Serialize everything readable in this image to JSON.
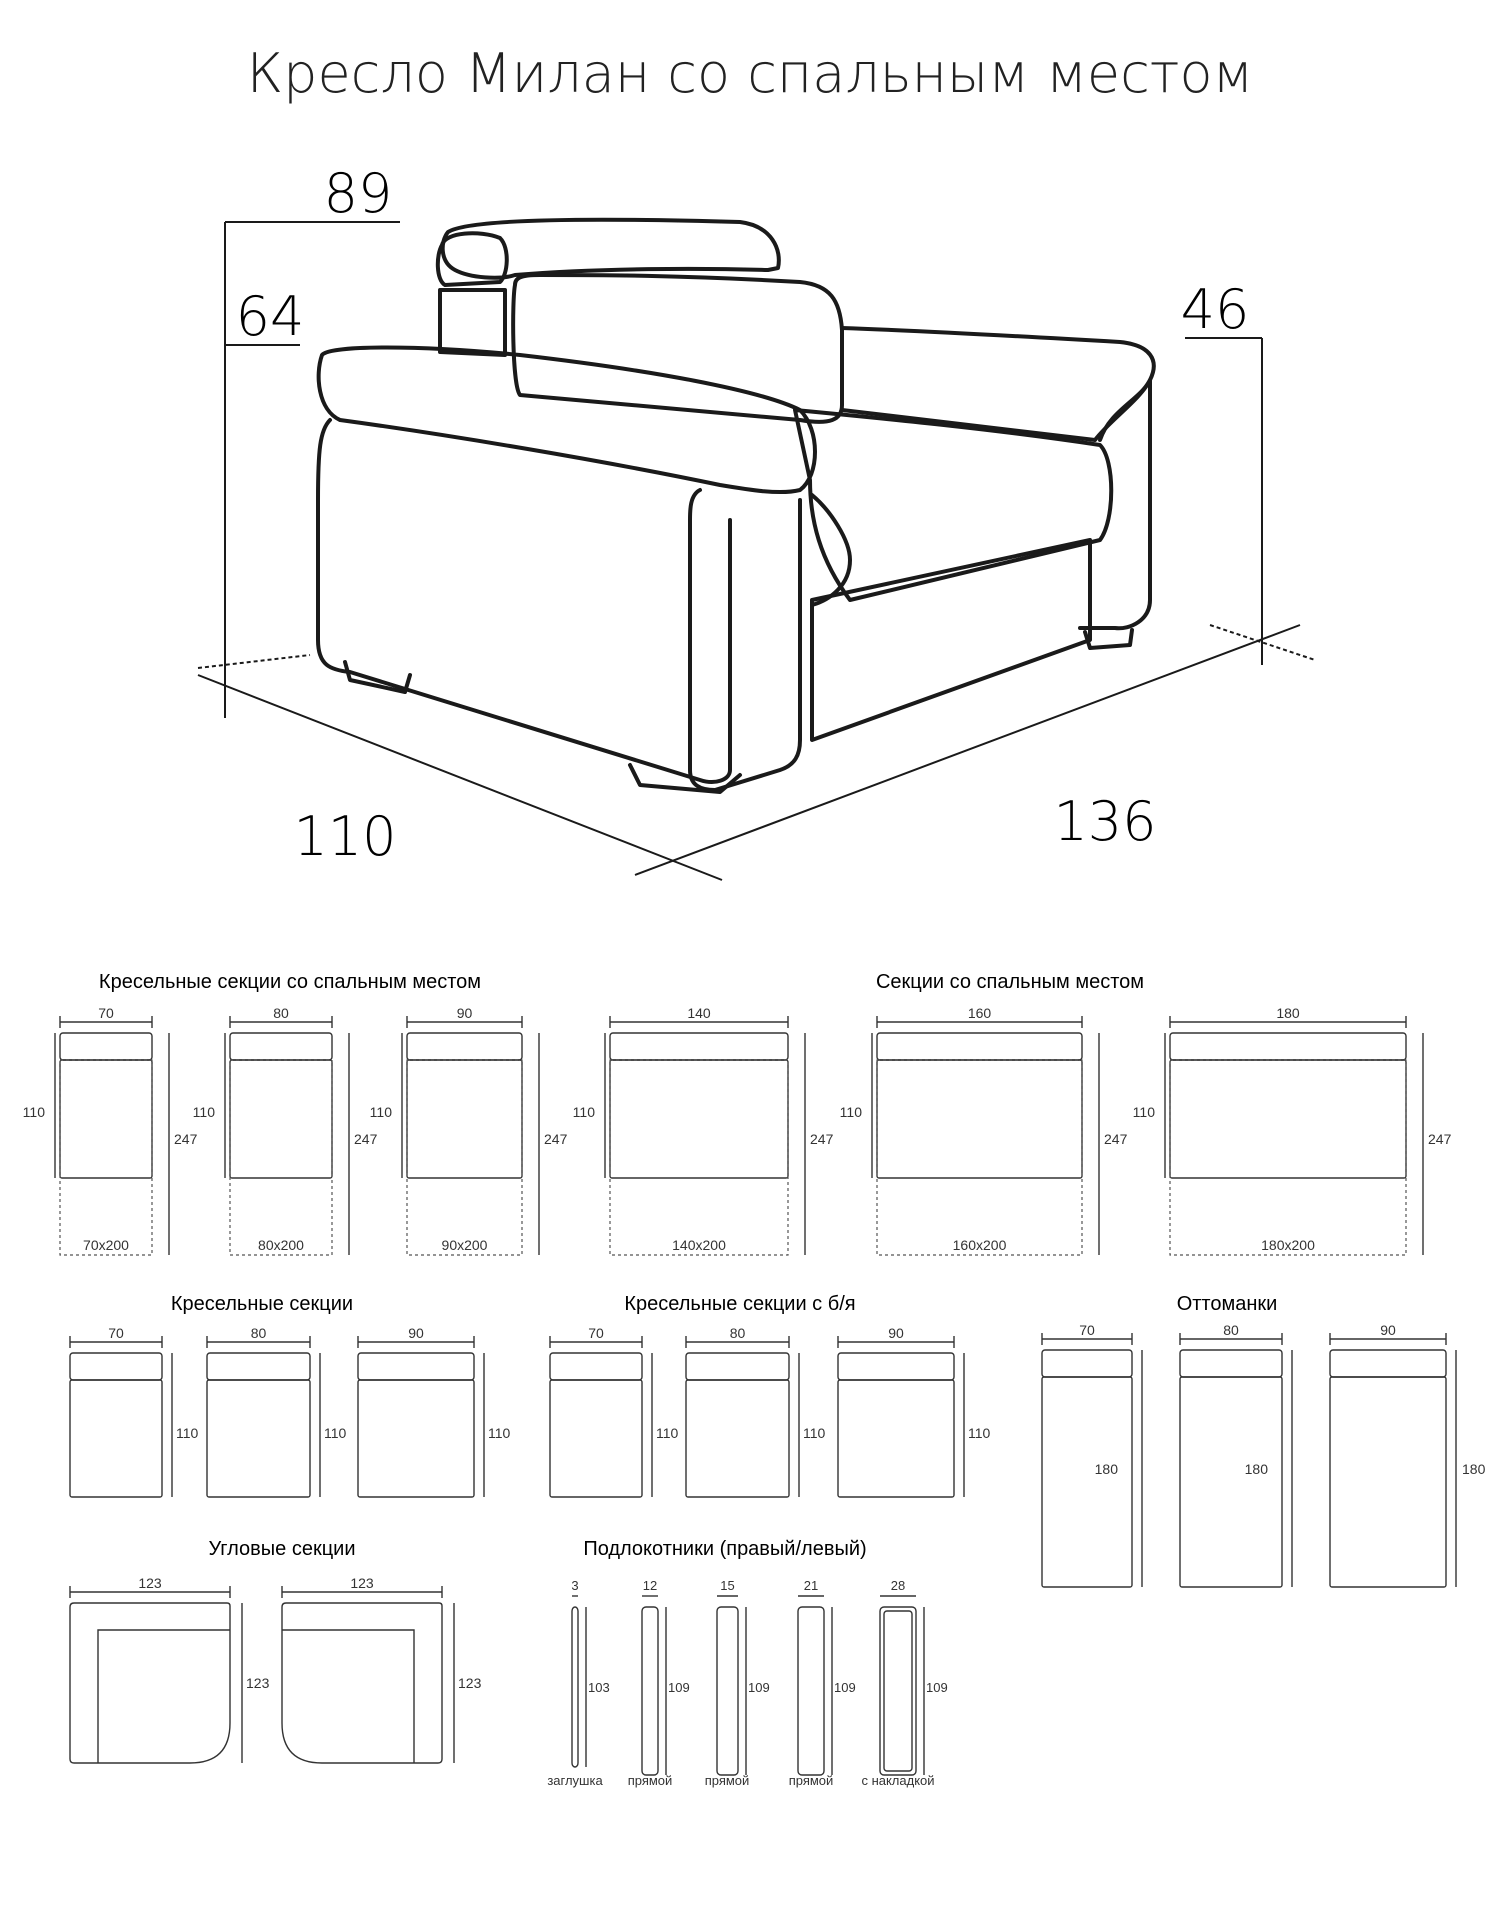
{
  "title": "Кресло Милан со спальным местом",
  "main_dims": {
    "total_height": "89",
    "back_height": "64",
    "seat_height": "46",
    "depth": "110",
    "width": "136"
  },
  "groups": {
    "sleep_armchair": {
      "label": "Кресельные секции со спальным местом",
      "items": [
        {
          "width": "70",
          "depth": "110",
          "length": "247",
          "bed": "70x200"
        },
        {
          "width": "80",
          "depth": "110",
          "length": "247",
          "bed": "80x200"
        },
        {
          "width": "90",
          "depth": "110",
          "length": "247",
          "bed": "90x200"
        }
      ]
    },
    "sleep_sections": {
      "label": "Секции со спальным местом",
      "items": [
        {
          "width": "140",
          "depth": "110",
          "length": "247",
          "bed": "140x200"
        },
        {
          "width": "160",
          "depth": "110",
          "length": "247",
          "bed": "160x200"
        },
        {
          "width": "180",
          "depth": "110",
          "length": "247",
          "bed": "180x200"
        }
      ]
    },
    "armchair": {
      "label": "Кресельные секции",
      "items": [
        {
          "width": "70",
          "depth": "110"
        },
        {
          "width": "80",
          "depth": "110"
        },
        {
          "width": "90",
          "depth": "110"
        }
      ]
    },
    "armchair_nolinen": {
      "label": "Кресельные секции с б/я",
      "items": [
        {
          "width": "70",
          "depth": "110"
        },
        {
          "width": "80",
          "depth": "110"
        },
        {
          "width": "90",
          "depth": "110"
        }
      ]
    },
    "ottomans": {
      "label": "Оттоманки",
      "items": [
        {
          "width": "70",
          "depth": "180"
        },
        {
          "width": "80",
          "depth": "180"
        },
        {
          "width": "90",
          "depth": "180"
        }
      ]
    },
    "corner": {
      "label": "Угловые секции",
      "items": [
        {
          "width": "123",
          "depth": "123"
        },
        {
          "width": "123",
          "depth": "123"
        }
      ]
    },
    "armrests": {
      "label": "Подлокотники (правый/левый)",
      "items": [
        {
          "width": "3",
          "height": "103",
          "type": "заглушка"
        },
        {
          "width": "12",
          "height": "109",
          "type": "прямой"
        },
        {
          "width": "15",
          "height": "109",
          "type": "прямой"
        },
        {
          "width": "21",
          "height": "109",
          "type": "прямой"
        },
        {
          "width": "28",
          "height": "109",
          "type": "с накладкой"
        }
      ]
    }
  }
}
